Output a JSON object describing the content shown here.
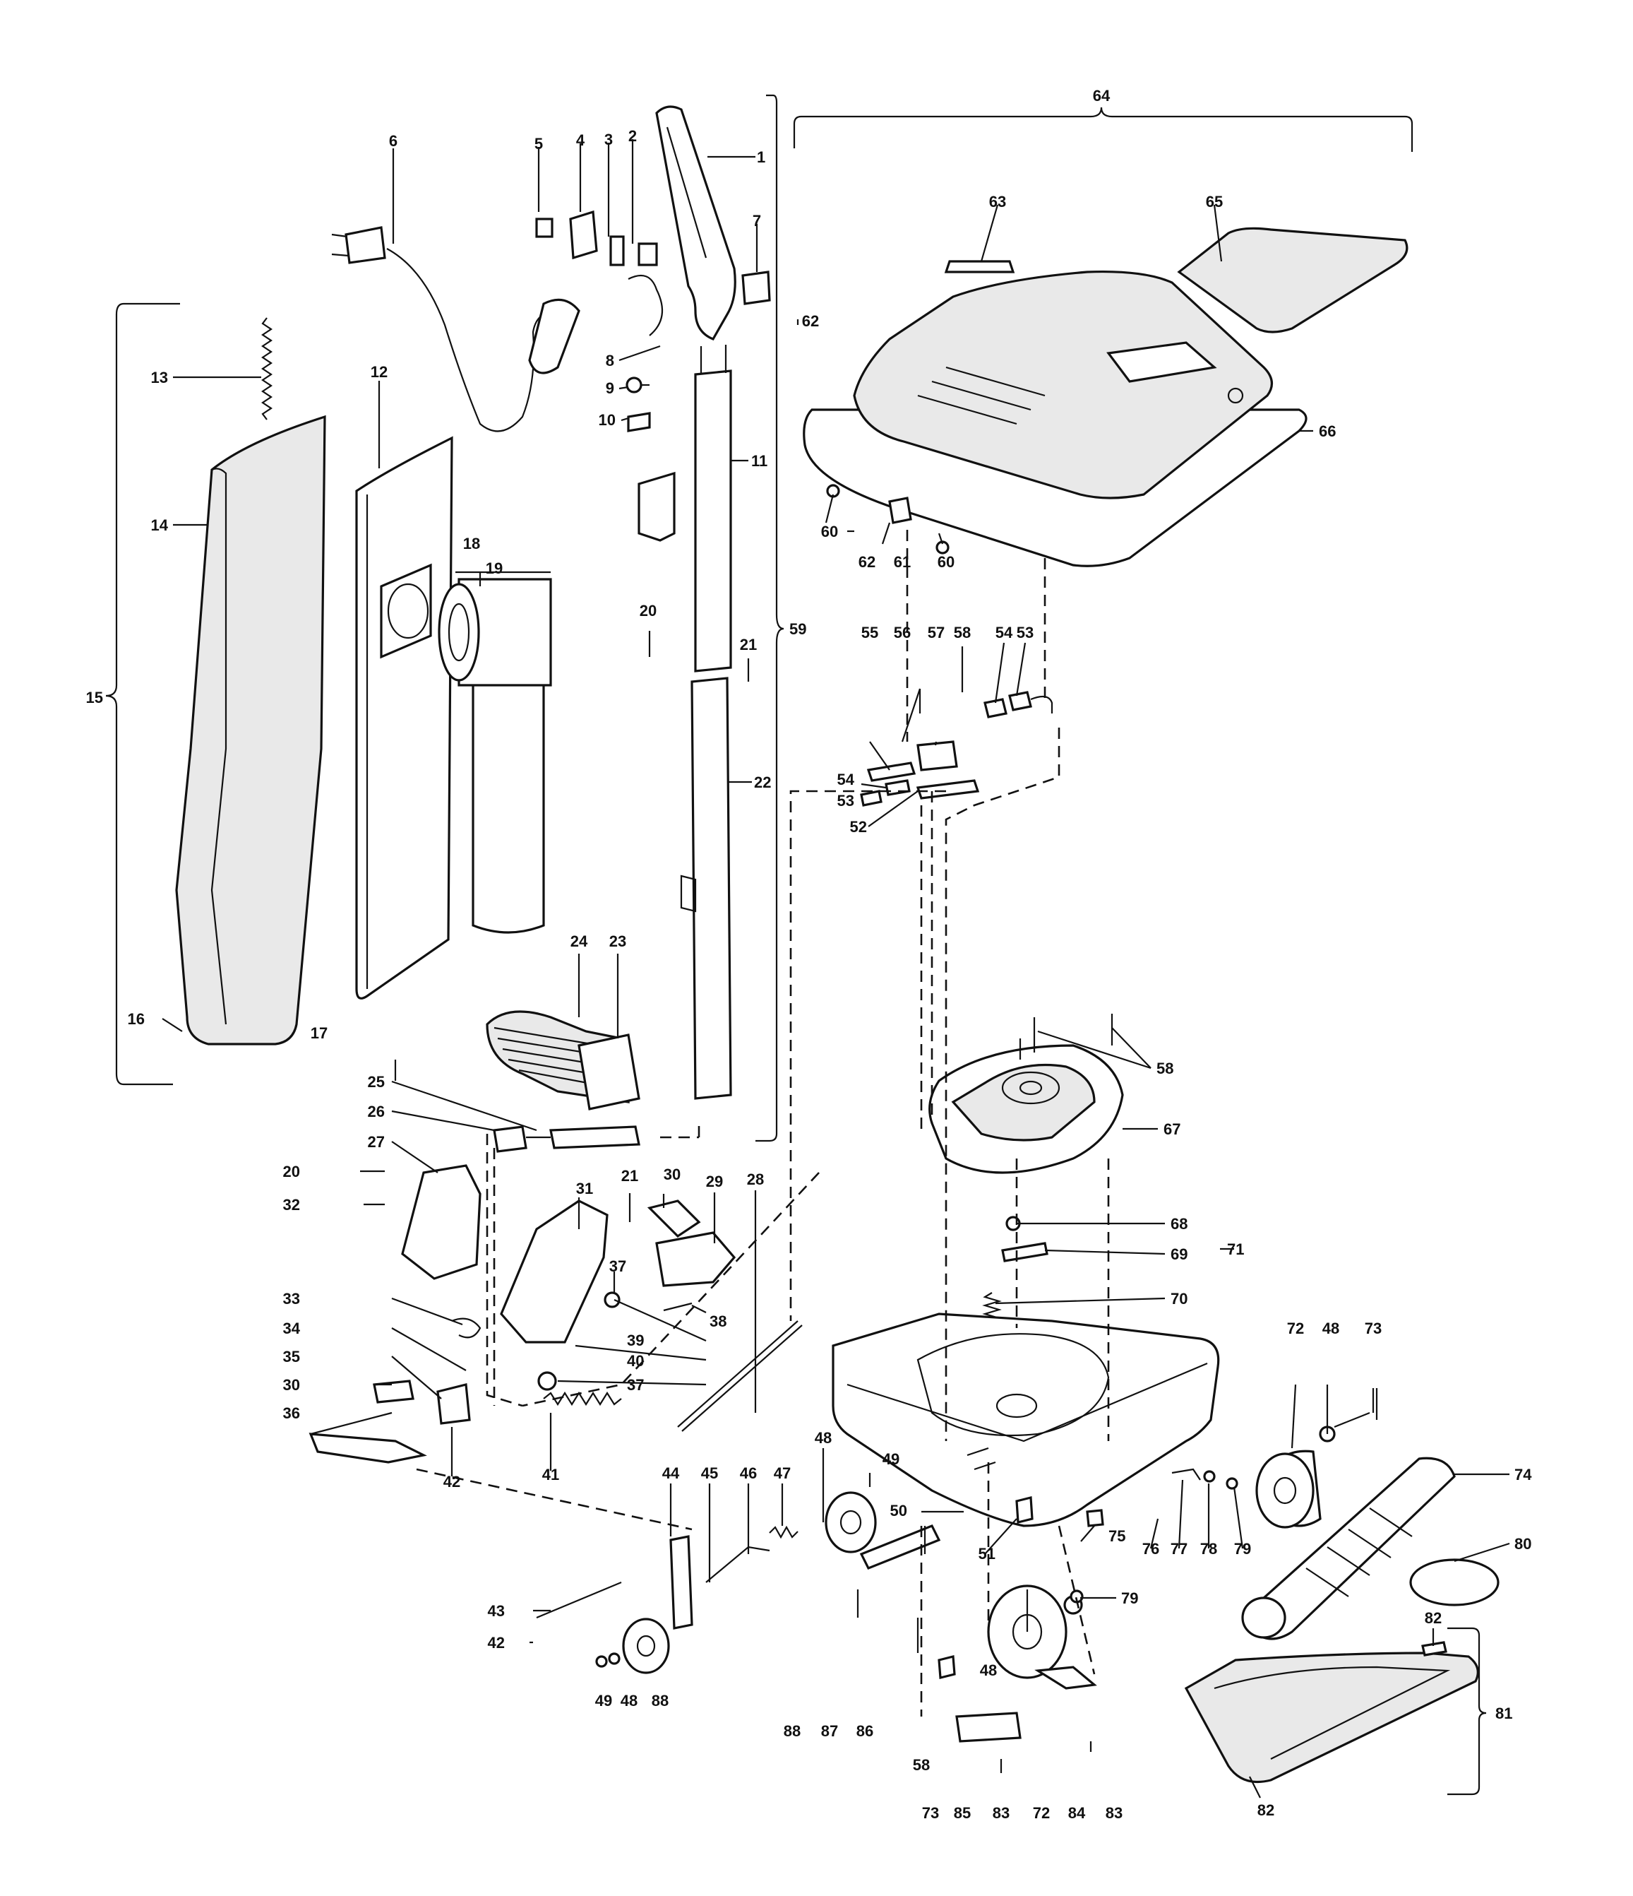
{
  "labels": [
    "1",
    "2",
    "3",
    "4",
    "5",
    "6",
    "7",
    "8",
    "9",
    "10",
    "11",
    "12",
    "13",
    "14",
    "15",
    "16",
    "17",
    "18",
    "19",
    "20",
    "20",
    "21",
    "21",
    "22",
    "23",
    "24",
    "25",
    "26",
    "27",
    "28",
    "29",
    "30",
    "30",
    "31",
    "32",
    "33",
    "34",
    "35",
    "36",
    "37",
    "37",
    "38",
    "39",
    "40",
    "41",
    "42",
    "42",
    "43",
    "44",
    "45",
    "46",
    "47",
    "48",
    "48",
    "48",
    "48",
    "49",
    "49",
    "50",
    "51",
    "52",
    "53",
    "53",
    "54",
    "54",
    "55",
    "56",
    "57",
    "58",
    "58",
    "58",
    "59",
    "60",
    "60",
    "61",
    "62",
    "62",
    "63",
    "64",
    "65",
    "66",
    "67",
    "68",
    "69",
    "70",
    "71",
    "72",
    "72",
    "73",
    "73",
    "74",
    "75",
    "76",
    "77",
    "78",
    "79",
    "79",
    "80",
    "81",
    "82",
    "82",
    "83",
    "83",
    "84",
    "85",
    "86",
    "87",
    "88",
    "88"
  ]
}
